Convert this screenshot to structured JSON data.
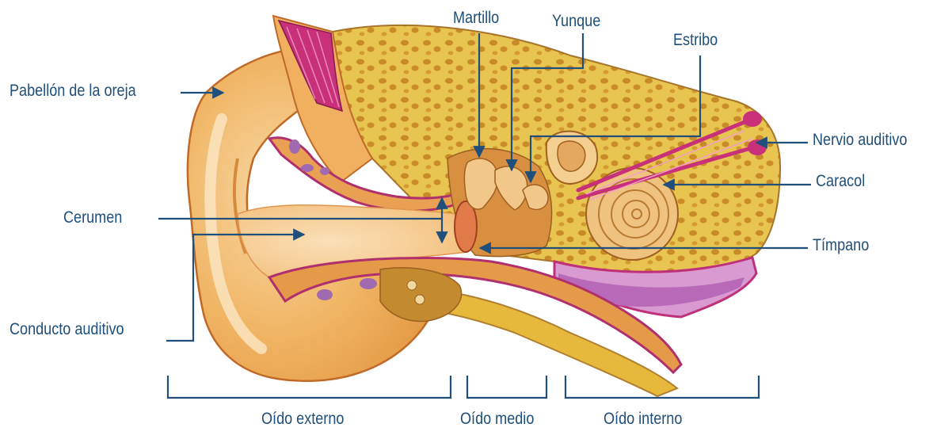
{
  "labels": {
    "pabellon": "Pabellón de la oreja",
    "cerumen": "Cerumen",
    "conducto": "Conducto auditivo",
    "martillo": "Martillo",
    "yunque": "Yunque",
    "estribo": "Estribo",
    "nervio": "Nervio auditivo",
    "caracol": "Caracol",
    "timpano": "Tímpano"
  },
  "sections": {
    "externo": "Oído externo",
    "medio": "Oído medio",
    "interno": "Oído interno"
  },
  "colors": {
    "label_text": "#1f4f7a",
    "leader_line": "#1f4f7a",
    "skin": "#f0b060",
    "skin_light": "#f8d8a0",
    "bone": "#e8c040",
    "bone_spot": "#c88a20",
    "muscle": "#c8307a",
    "canal": "#f6c890",
    "membrane": "#c888c8"
  }
}
